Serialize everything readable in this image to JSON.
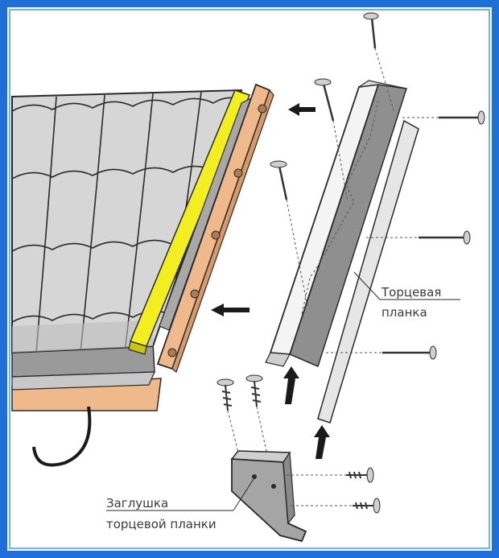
{
  "labels": {
    "end_strip_line1": "Торцевая",
    "end_strip_line2": "планка",
    "end_cap_line1": "Заглушка",
    "end_cap_line2": "торцевой планки"
  },
  "colors": {
    "frame": "#1e6fd8",
    "tile": "#d9d9d9",
    "tile_stroke": "#2a2a2a",
    "board": "#f0b98c",
    "yellow_strip": "#f2ee1f",
    "metal": "#f2f2f2",
    "metal_dark": "#9a9a9a"
  }
}
